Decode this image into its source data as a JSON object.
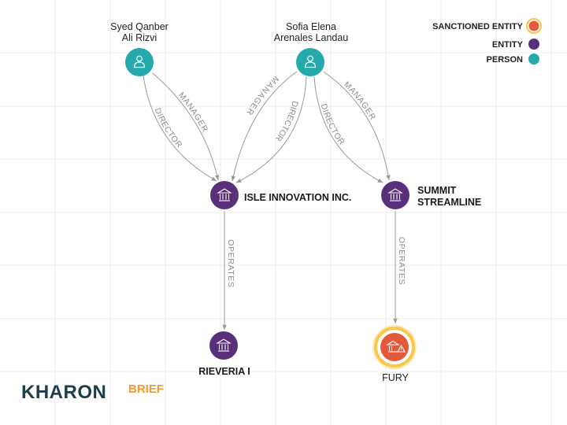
{
  "diagram": {
    "colors": {
      "person": "#26a9ad",
      "entity": "#5a2f7a",
      "sanctioned": "#e25a3a",
      "sanctioned_halo": "#f7c84c",
      "edge": "#9a9a9a",
      "grid": "#eeeeee"
    },
    "nodes": {
      "syed": {
        "label_line1": "Syed Qanber",
        "label_line2": "Ali Rizvi",
        "kind": "person",
        "icon": "person-icon"
      },
      "sofia": {
        "label_line1": "Sofia Elena",
        "label_line2": "Arenales Landau",
        "kind": "person",
        "icon": "person-icon"
      },
      "isle": {
        "label": "ISLE INNOVATION INC.",
        "kind": "entity",
        "icon": "building-icon"
      },
      "summit": {
        "label_line1": "SUMMIT",
        "label_line2": "STREAMLINE",
        "kind": "entity",
        "icon": "building-icon"
      },
      "rieveria": {
        "label": "RIEVERIA I",
        "kind": "entity",
        "icon": "building-icon"
      },
      "fury": {
        "label": "FURY",
        "kind": "sanctioned",
        "icon": "sanctioned-building-icon"
      }
    },
    "edges": [
      {
        "id": "syed-isle-director",
        "from": "syed",
        "to": "isle",
        "label": "DIRECTOR"
      },
      {
        "id": "syed-isle-manager",
        "from": "syed",
        "to": "isle",
        "label": "MANAGER"
      },
      {
        "id": "sofia-isle-manager",
        "from": "sofia",
        "to": "isle",
        "label": "MANAGER"
      },
      {
        "id": "sofia-isle-director",
        "from": "sofia",
        "to": "isle",
        "label": "DIRECTOR"
      },
      {
        "id": "sofia-summit-director",
        "from": "sofia",
        "to": "summit",
        "label": "DIRECTOR"
      },
      {
        "id": "sofia-summit-manager",
        "from": "sofia",
        "to": "summit",
        "label": "MANAGER"
      },
      {
        "id": "isle-rieveria-operates",
        "from": "isle",
        "to": "rieveria",
        "label": "OPERATES"
      },
      {
        "id": "summit-fury-operates",
        "from": "summit",
        "to": "fury",
        "label": "OPERATES"
      }
    ]
  },
  "legend": {
    "sanctioned": "SANCTIONED ENTITY",
    "entity": "ENTITY",
    "person": "PERSON"
  },
  "logo": {
    "main": "KHARON",
    "sub": "BRIEF"
  }
}
